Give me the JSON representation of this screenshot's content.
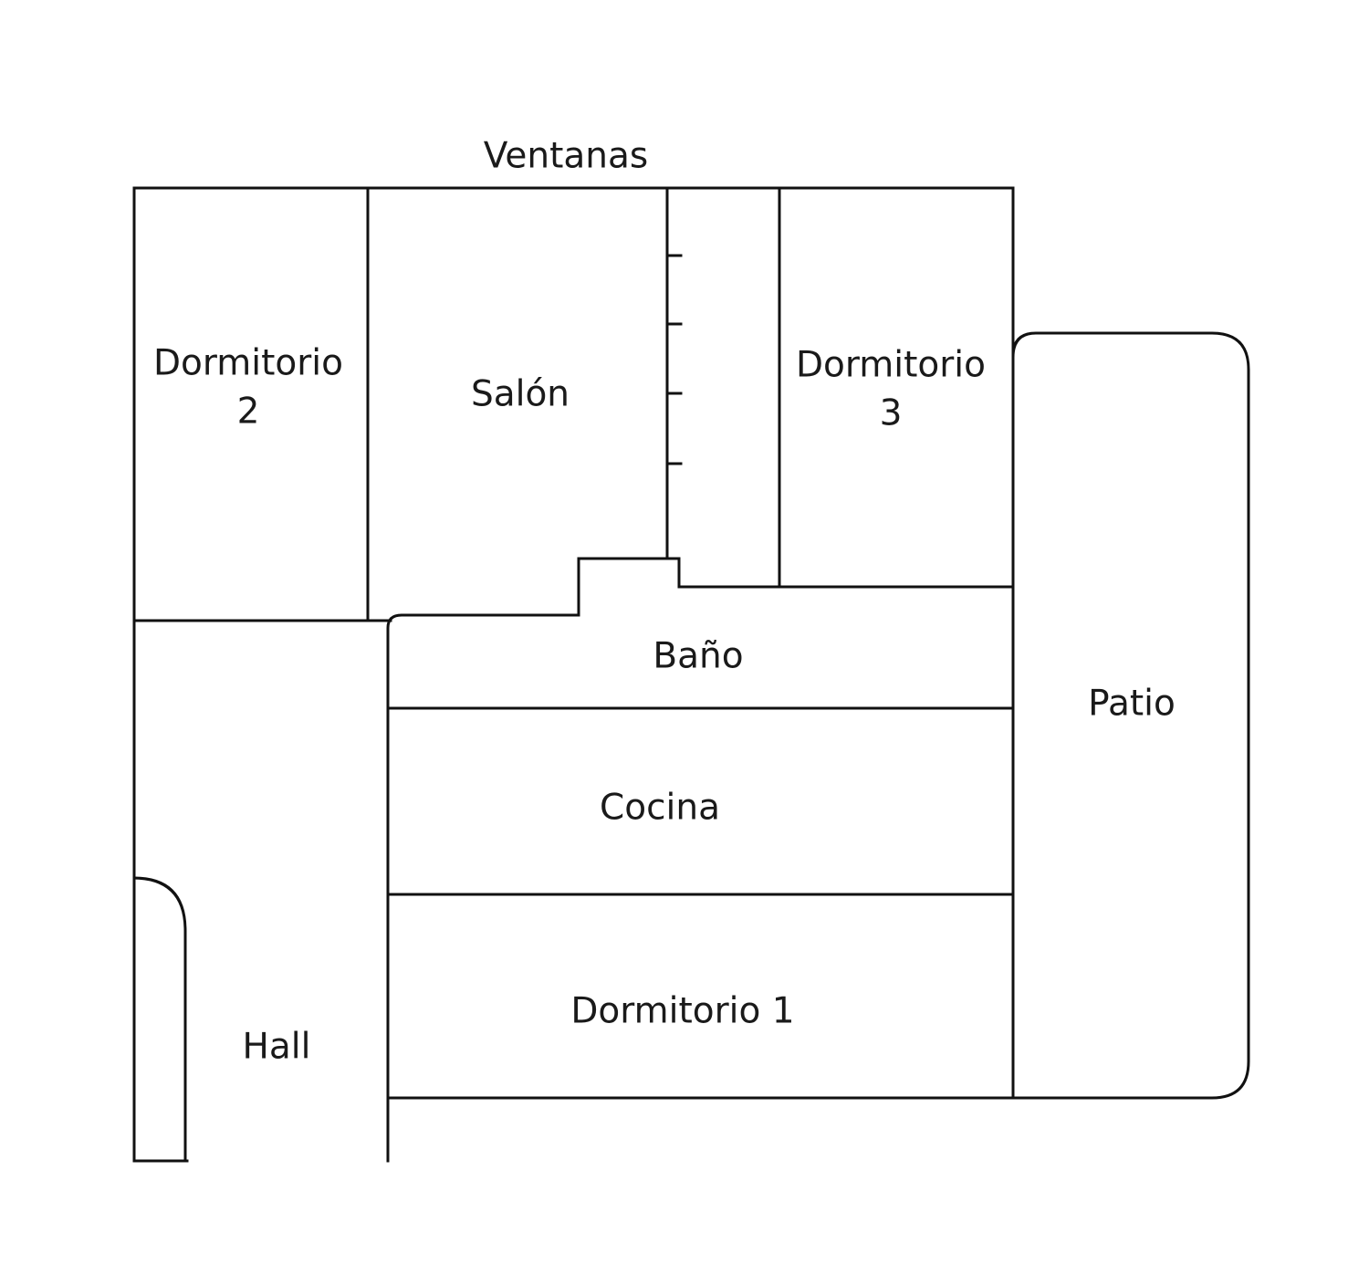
{
  "header": {
    "windows_label": "Ventanas"
  },
  "rooms": {
    "bedroom2": {
      "line1": "Dormitorio",
      "line2": "2"
    },
    "living": {
      "label": "Salón"
    },
    "bedroom3": {
      "line1": "Dormitorio",
      "line2": "3"
    },
    "bathroom": {
      "label": "Baño"
    },
    "kitchen": {
      "label": "Cocina"
    },
    "bedroom1": {
      "label": "Dormitorio 1"
    },
    "hall": {
      "label": "Hall"
    },
    "patio": {
      "label": "Patio"
    }
  },
  "colors": {
    "wall": "#111111",
    "text": "#1a1a1a",
    "background": "#ffffff"
  }
}
